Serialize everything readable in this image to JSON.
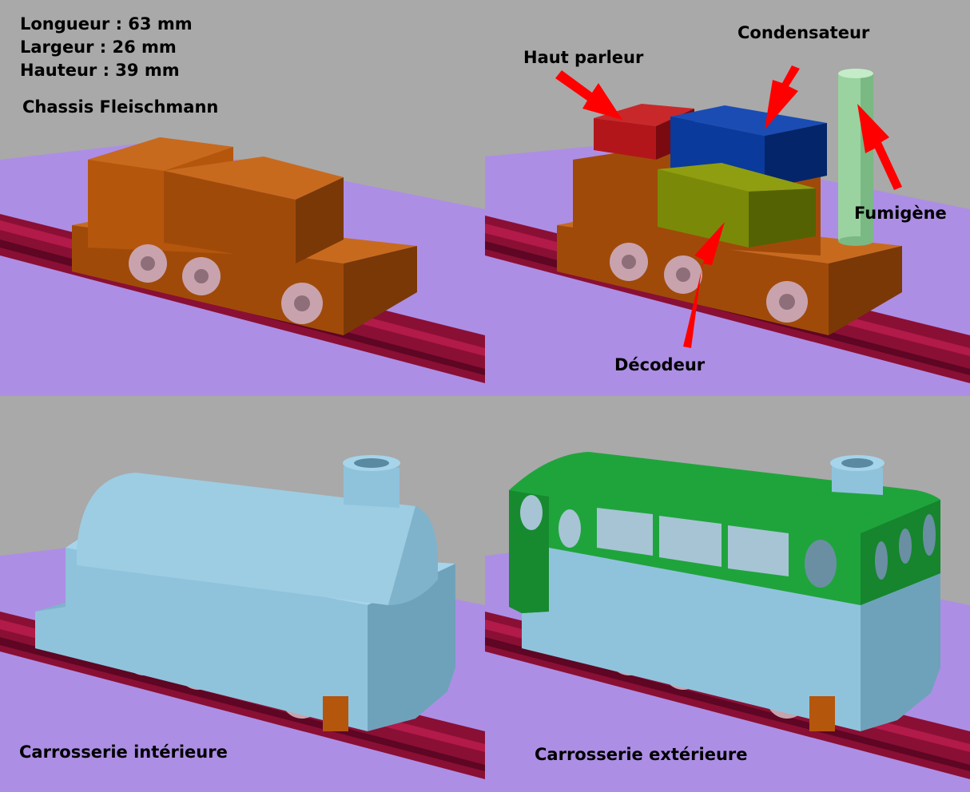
{
  "panels": {
    "chassis": {
      "dimensions": [
        "Longueur : 63 mm",
        "Largeur : 26 mm",
        "Hauteur : 39 mm"
      ],
      "caption": "Chassis Fleischmann"
    },
    "components": {
      "labels": {
        "speaker": "Haut parleur",
        "capacitor": "Condensateur",
        "smoke": "Fumigène",
        "decoder": "Décodeur"
      }
    },
    "inner_body": {
      "caption": "Carrosserie intérieure"
    },
    "outer_body": {
      "caption": "Carrosserie extérieure"
    }
  },
  "colors": {
    "background": "#a9a9a9",
    "floor": "#ad8ee5",
    "rail": "#8a0f35",
    "chassis": "#b5560d",
    "wheel": "#c8a3ad",
    "speaker": "#b2161b",
    "capacitor": "#0a3a9c",
    "decoder": "#7a8a08",
    "smoke": "#9ad3a0",
    "body": "#8fc3dc",
    "roof": "#1fa43c",
    "arrow": "#ff0000"
  }
}
